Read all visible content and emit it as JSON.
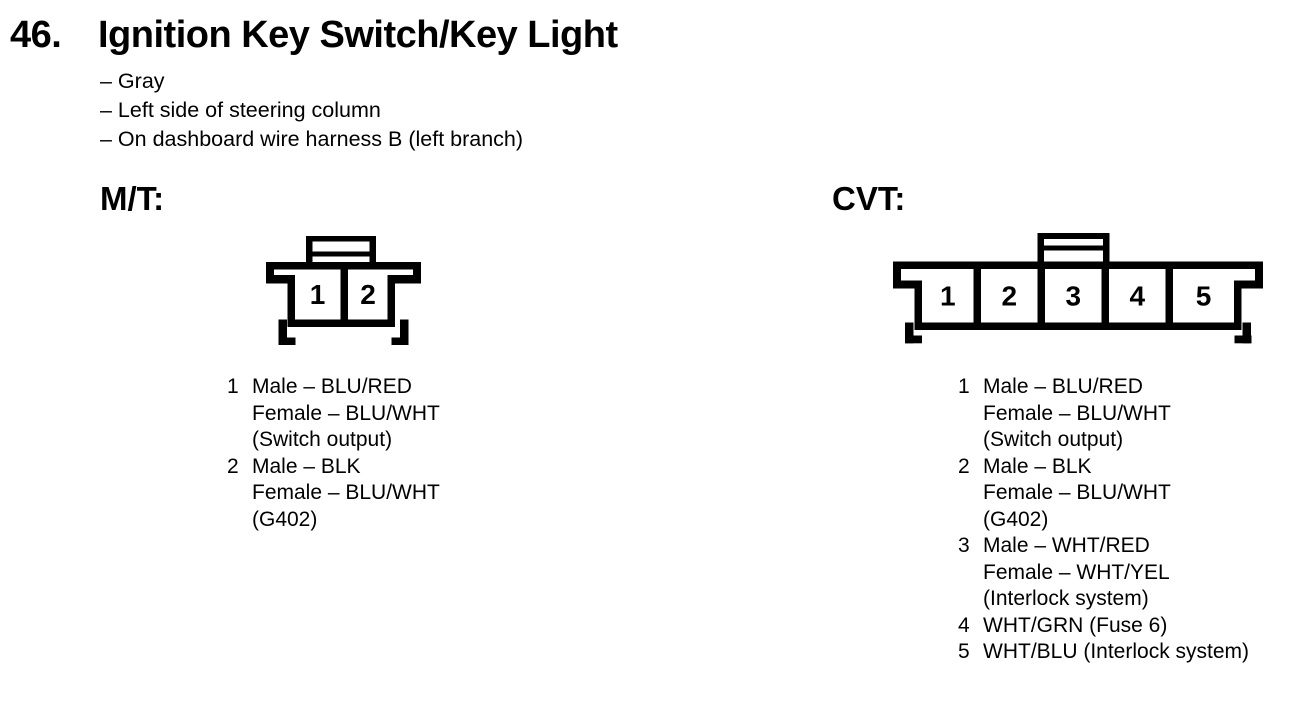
{
  "page": {
    "section_number": "46.",
    "title": "Ignition Key Switch/Key Light",
    "bullets": [
      "– Gray",
      "– Left side of steering column",
      "– On dashboard wire harness B (left branch)"
    ]
  },
  "colors": {
    "ink": "#000000",
    "paper": "#ffffff"
  },
  "mt": {
    "label": "M/T:",
    "connector": {
      "pins": [
        "1",
        "2"
      ]
    },
    "pin_list": [
      {
        "num": "1",
        "lines": [
          "Male – BLU/RED",
          "Female – BLU/WHT",
          "(Switch output)"
        ]
      },
      {
        "num": "2",
        "lines": [
          "Male – BLK",
          "Female – BLU/WHT",
          "(G402)"
        ]
      }
    ]
  },
  "cvt": {
    "label": "CVT:",
    "connector": {
      "pins": [
        "1",
        "2",
        "3",
        "4",
        "5"
      ]
    },
    "pin_list": [
      {
        "num": "1",
        "lines": [
          "Male – BLU/RED",
          "Female – BLU/WHT",
          "(Switch output)"
        ]
      },
      {
        "num": "2",
        "lines": [
          "Male – BLK",
          "Female – BLU/WHT",
          "(G402)"
        ]
      },
      {
        "num": "3",
        "lines": [
          "Male – WHT/RED",
          "Female – WHT/YEL",
          "(Interlock system)"
        ]
      },
      {
        "num": "4",
        "lines": [
          "WHT/GRN (Fuse 6)"
        ]
      },
      {
        "num": "5",
        "lines": [
          "WHT/BLU (Interlock system)"
        ]
      }
    ]
  }
}
